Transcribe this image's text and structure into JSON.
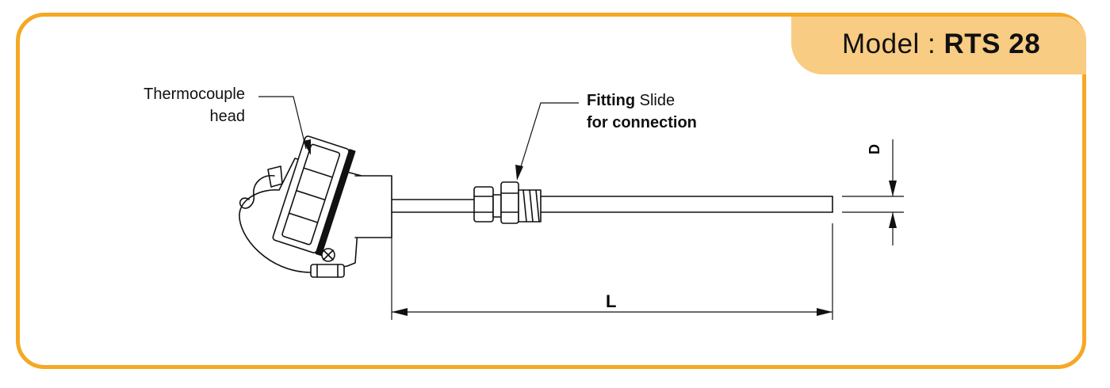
{
  "model": {
    "prefix": "Model : ",
    "code": "RTS 28"
  },
  "labels": {
    "thermocouple_line1": "Thermocouple",
    "thermocouple_line2": "head",
    "fitting_bold": "Fitting",
    "fitting_rest": " Slide",
    "fitting_line2": "for connection"
  },
  "dimensions": {
    "length": "L",
    "diameter": "D"
  },
  "colors": {
    "frame": "#f5a823",
    "tab": "#f9cc83",
    "ink": "#111111"
  }
}
